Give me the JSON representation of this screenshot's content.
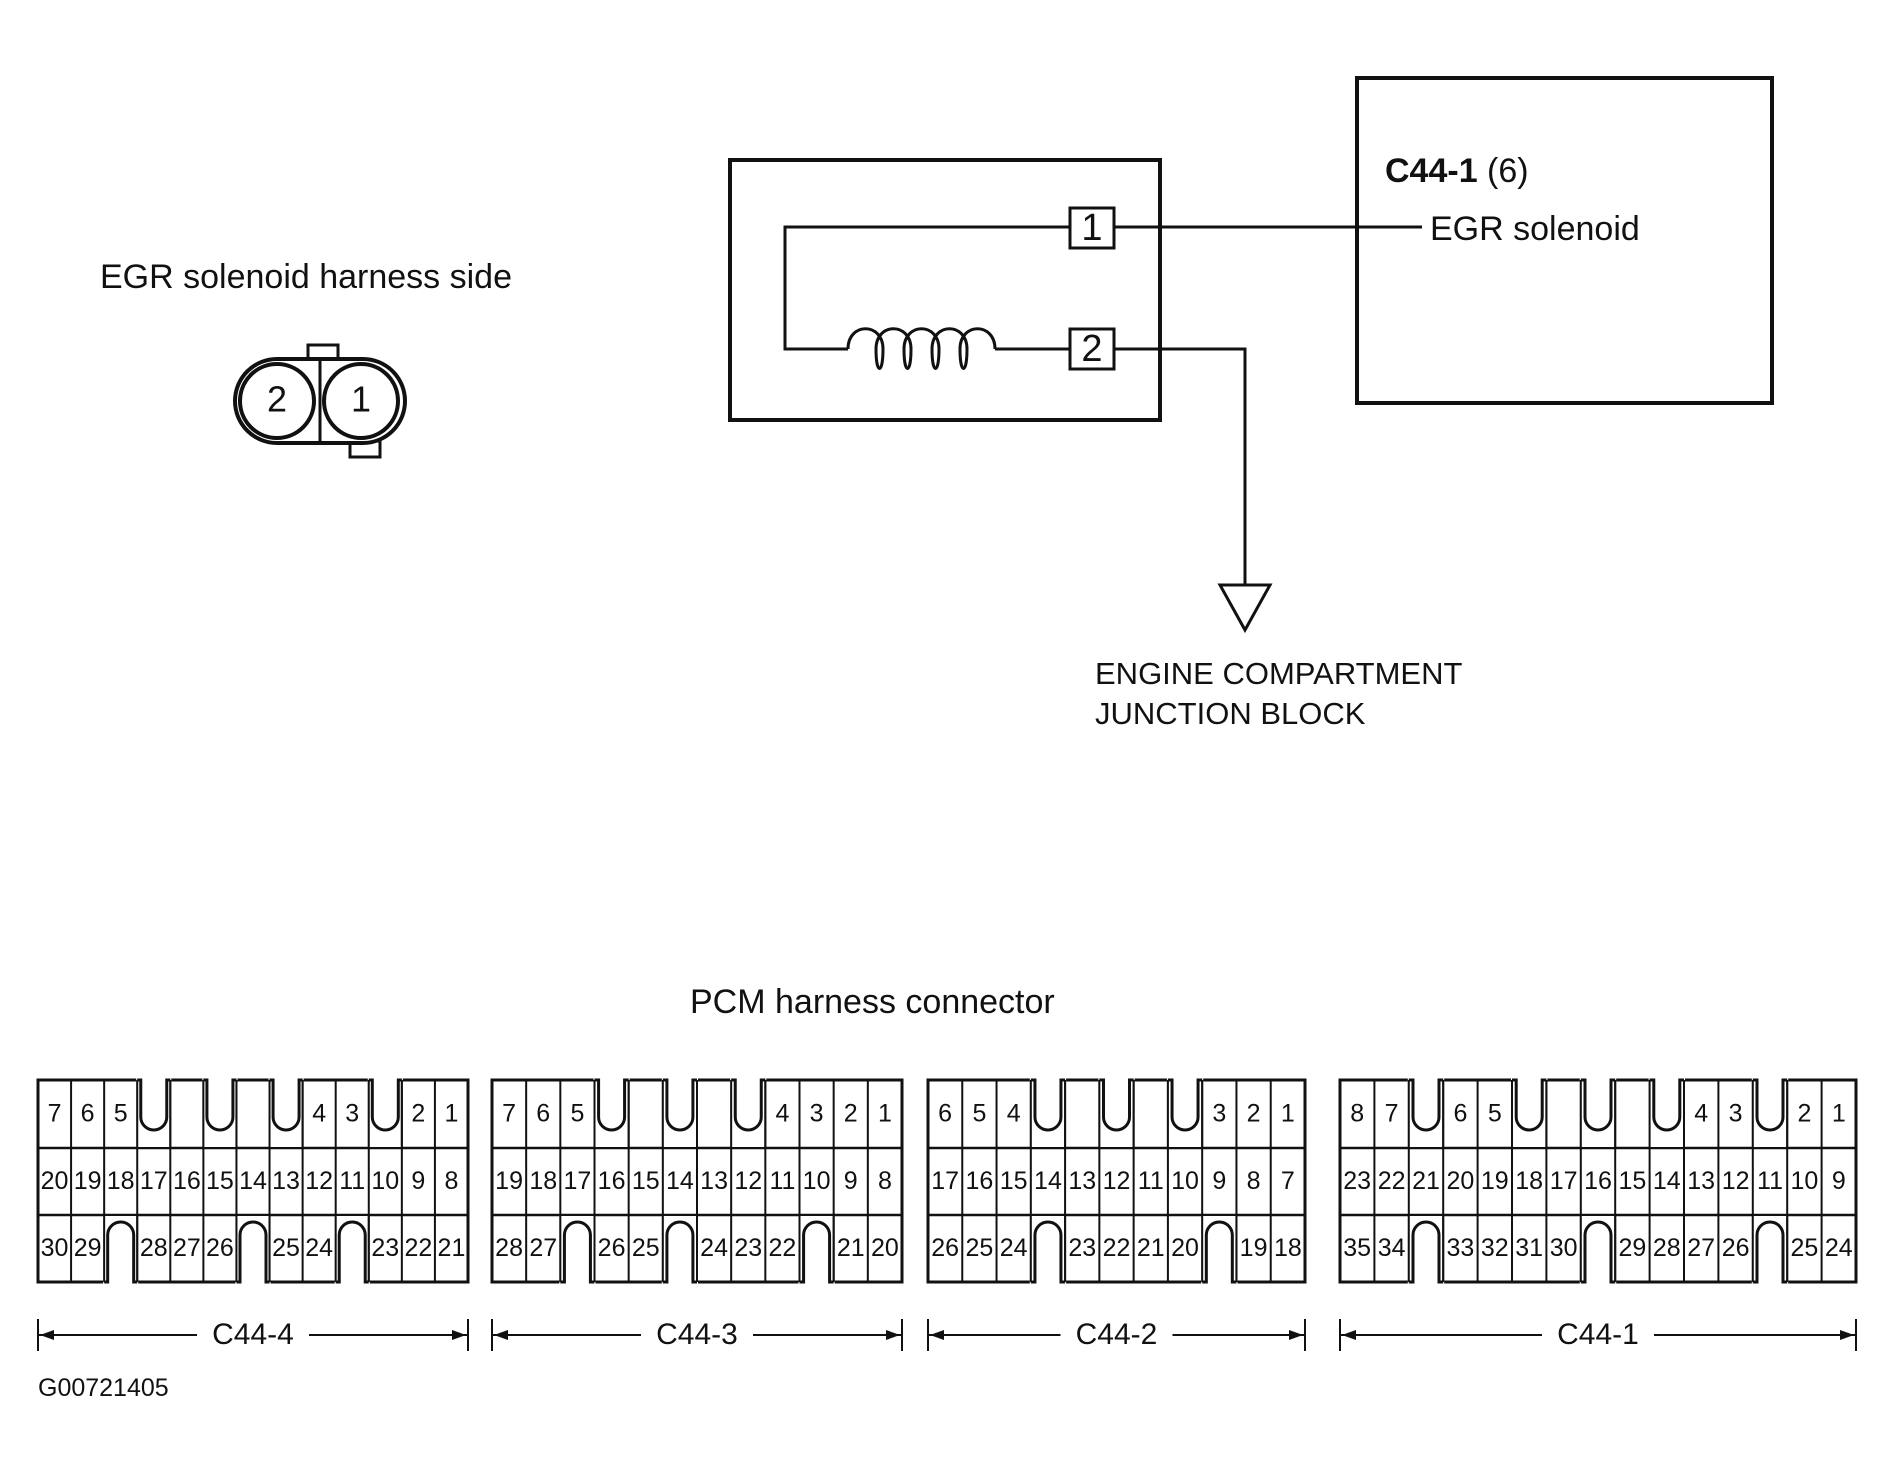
{
  "solenoid_side": {
    "title": "EGR solenoid harness side",
    "pins": [
      "2",
      "1"
    ]
  },
  "schematic": {
    "pin_1": "1",
    "pin_2": "2",
    "pcm_ref_bold": "C44-1",
    "pcm_ref_pin": " (6)",
    "pcm_label": "EGR solenoid",
    "ground_label_line1": "ENGINE COMPARTMENT",
    "ground_label_line2": "JUNCTION BLOCK"
  },
  "pcm": {
    "title": "PCM harness connector",
    "connectors": [
      {
        "name": "C44-4",
        "row1": [
          {
            "t": "7"
          },
          {
            "t": "6"
          },
          {
            "t": "5"
          },
          {
            "notch": true
          },
          {
            "t": ""
          },
          {
            "notch": true
          },
          {
            "t": ""
          },
          {
            "notch": true
          },
          {
            "t": "4"
          },
          {
            "t": "3"
          },
          {
            "notch": true
          },
          {
            "t": "2"
          },
          {
            "t": "1"
          }
        ],
        "row2": [
          "20",
          "19",
          "18",
          "17",
          "16",
          "15",
          "14",
          "13",
          "12",
          "11",
          "10",
          "9",
          "8"
        ],
        "row3": [
          {
            "t": "30"
          },
          {
            "t": "29"
          },
          {
            "notch": true
          },
          {
            "t": "28"
          },
          {
            "t": "27"
          },
          {
            "t": "26"
          },
          {
            "notch": true
          },
          {
            "t": "25"
          },
          {
            "t": "24"
          },
          {
            "notch": true
          },
          {
            "t": "23"
          },
          {
            "t": "22"
          },
          {
            "t": "21"
          }
        ]
      },
      {
        "name": "C44-3",
        "row1": [
          {
            "t": "7"
          },
          {
            "t": "6"
          },
          {
            "t": "5"
          },
          {
            "notch": true
          },
          {
            "t": ""
          },
          {
            "notch": true
          },
          {
            "t": ""
          },
          {
            "notch": true
          },
          {
            "t": "4"
          },
          {
            "t": "3"
          },
          {
            "t": "2"
          },
          {
            "t": "1"
          }
        ],
        "row2": [
          "19",
          "18",
          "17",
          "16",
          "15",
          "14",
          "13",
          "12",
          "11",
          "10",
          "9",
          "8"
        ],
        "row3": [
          {
            "t": "28"
          },
          {
            "t": "27"
          },
          {
            "notch": true
          },
          {
            "t": "26"
          },
          {
            "t": "25"
          },
          {
            "notch": true
          },
          {
            "t": "24"
          },
          {
            "t": "23"
          },
          {
            "t": "22"
          },
          {
            "notch": true
          },
          {
            "t": "21"
          },
          {
            "t": "20"
          }
        ]
      },
      {
        "name": "C44-2",
        "row1": [
          {
            "t": "6"
          },
          {
            "t": "5"
          },
          {
            "t": "4"
          },
          {
            "notch": true
          },
          {
            "t": ""
          },
          {
            "notch": true
          },
          {
            "t": ""
          },
          {
            "notch": true
          },
          {
            "t": "3"
          },
          {
            "t": "2"
          },
          {
            "t": "1"
          }
        ],
        "row2": [
          "17",
          "16",
          "15",
          "14",
          "13",
          "12",
          "11",
          "10",
          "9",
          "8",
          "7"
        ],
        "row3": [
          {
            "t": "26"
          },
          {
            "t": "25"
          },
          {
            "t": "24"
          },
          {
            "notch": true
          },
          {
            "t": "23"
          },
          {
            "t": "22"
          },
          {
            "t": "21"
          },
          {
            "t": "20"
          },
          {
            "notch": true
          },
          {
            "t": "19"
          },
          {
            "t": "18"
          }
        ]
      },
      {
        "name": "C44-1",
        "row1": [
          {
            "t": "8"
          },
          {
            "t": "7"
          },
          {
            "notch": true
          },
          {
            "t": "6"
          },
          {
            "t": "5"
          },
          {
            "notch": true
          },
          {
            "t": ""
          },
          {
            "notch": true
          },
          {
            "t": ""
          },
          {
            "notch": true
          },
          {
            "t": "4"
          },
          {
            "t": "3"
          },
          {
            "notch": true
          },
          {
            "t": "2"
          },
          {
            "t": "1"
          }
        ],
        "row2": [
          "23",
          "22",
          "21",
          "20",
          "19",
          "18",
          "17",
          "16",
          "15",
          "14",
          "13",
          "12",
          "11",
          "10",
          "9"
        ],
        "row3": [
          {
            "t": "35"
          },
          {
            "t": "34"
          },
          {
            "notch": true
          },
          {
            "t": "33"
          },
          {
            "t": "32"
          },
          {
            "t": "31"
          },
          {
            "t": "30"
          },
          {
            "notch": true
          },
          {
            "t": "29"
          },
          {
            "t": "28"
          },
          {
            "t": "27"
          },
          {
            "t": "26"
          },
          {
            "notch": true
          },
          {
            "t": "25"
          },
          {
            "t": "24"
          }
        ]
      }
    ]
  },
  "figure_id": "G00721405"
}
